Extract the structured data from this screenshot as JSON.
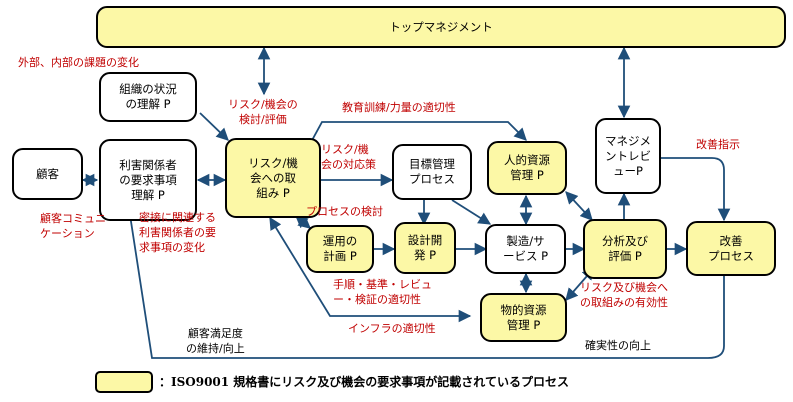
{
  "nodes": {
    "top_mgmt": "トップマネジメント",
    "org_context": "組織の状況\nの理解 P",
    "stakeholders": "利害関係者\nの要求事項\n理解 P",
    "customer": "顧客",
    "risk": "リスク/機\n会への取\n組み P",
    "objectives": "目標管理\nプロセス",
    "human_res": "人的資源\n管理 P",
    "mgmt_review": "マネジメ\nントレビ\nューP",
    "ops_plan": "運用の\n計画 P",
    "design": "設計開\n発 P",
    "production": "製造/サ\nービス P",
    "analysis": "分析及び\n評価 P",
    "improvement": "改善\nプロセス",
    "physical_res": "物的資源\n管理 P"
  },
  "labels": {
    "issues": "外部、内部の課題の変化",
    "risk_review": "リスク/機会の\n検討/評価",
    "education": "教育訓練/力量の適切性",
    "risk_response": "リスク/機\n会の対応策",
    "improve_instr": "改善指示",
    "cust_comm": "顧客コミュニ\nケーション",
    "stakeholder_change": "密接に関連する\n利害関係者の要\n求事項の変化",
    "process_review": "プロセスの検討",
    "procedures": "手順・基準・レビュ\nー・検証の適切性",
    "infra": "インフラの適切性",
    "effectiveness": "リスク及び機会へ\nの取組みの有効性",
    "satisfaction": "顧客満足度\nの維持/向上",
    "certainty": "確実性の向上"
  },
  "legend": {
    "text": "：ISO9001 規格書にリスク及び機会の要求事項が記載されているプロセス",
    "swatch_color": "#fcf8a6"
  },
  "colors": {
    "highlight": "#fcf8a6",
    "label_red": "#c00000"
  }
}
